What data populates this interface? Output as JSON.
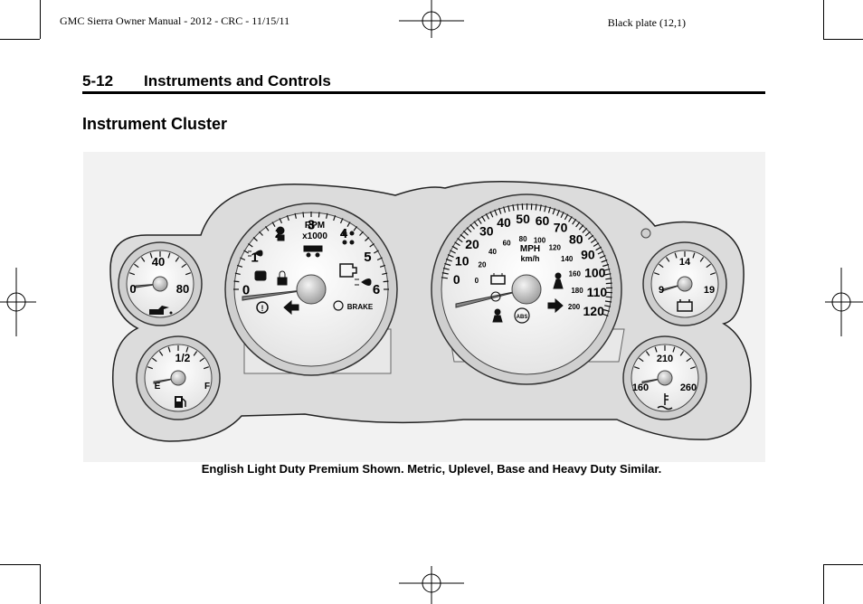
{
  "header": {
    "doc_id": "GMC Sierra Owner Manual - 2012 - CRC - 11/15/11",
    "plate": "Black plate (12,1)"
  },
  "section": {
    "number": "5-12",
    "title": "Instruments and Controls"
  },
  "page_title": "Instrument Cluster",
  "caption": "English Light Duty Premium Shown. Metric, Uplevel, Base and Heavy Duty Similar.",
  "cluster": {
    "oil_gauge": {
      "min": "0",
      "mid": "40",
      "max": "80"
    },
    "fuel_gauge": {
      "mid": "1/2",
      "empty": "E",
      "full": "F"
    },
    "tach": {
      "labels": [
        "0",
        "1",
        "2",
        "3",
        "4",
        "5",
        "6"
      ],
      "unit": "RPM",
      "multiplier": "x1000",
      "brake_label": "BRAKE"
    },
    "speedo": {
      "mph": [
        "0",
        "10",
        "20",
        "30",
        "40",
        "50",
        "60",
        "70",
        "80",
        "90",
        "100",
        "110",
        "120"
      ],
      "kmh": [
        "0",
        "20",
        "40",
        "60",
        "80",
        "100",
        "120",
        "140",
        "160",
        "180",
        "200"
      ],
      "unit_mph": "MPH",
      "unit_kmh": "km/h",
      "abs_label": "ABS"
    },
    "volt_gauge": {
      "min": "9",
      "mid": "14",
      "max": "19"
    },
    "temp_gauge": {
      "min": "160",
      "mid": "210",
      "max": "260"
    }
  }
}
